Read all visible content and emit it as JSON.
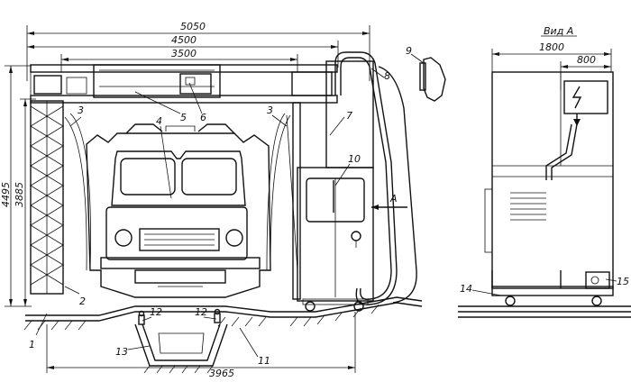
{
  "dimensions": {
    "overall_width": "5050",
    "frame_width": "4500",
    "inner_width": "3500",
    "total_height": "4495",
    "inner_height": "3885",
    "pit_width": "3965",
    "side_width": "1800",
    "side_part": "800"
  },
  "view_title": "Вид А",
  "section_marker": "А",
  "callouts": [
    "1",
    "2",
    "3",
    "3",
    "4",
    "5",
    "6",
    "7",
    "8",
    "9",
    "10",
    "11",
    "12",
    "12",
    "13",
    "14",
    "15"
  ]
}
